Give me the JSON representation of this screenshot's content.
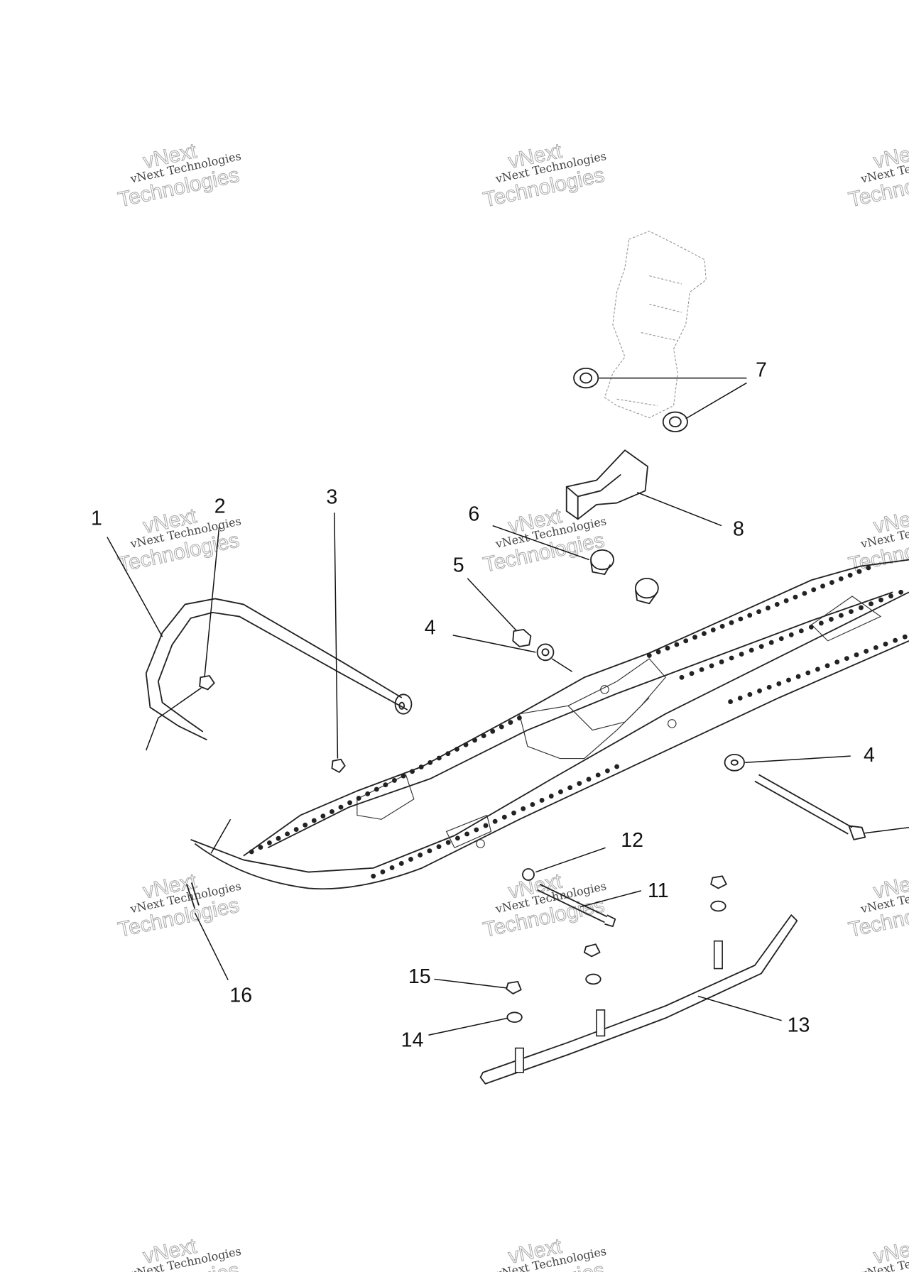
{
  "watermark": {
    "line1": "vNext",
    "line2": "vNext Technologies",
    "line3": "Technologies"
  },
  "callouts": [
    {
      "id": "1",
      "part": "ski-loop"
    },
    {
      "id": "2",
      "part": "nut"
    },
    {
      "id": "3",
      "part": "nut"
    },
    {
      "id": "4",
      "part": "washer"
    },
    {
      "id": "5",
      "part": "nut"
    },
    {
      "id": "6",
      "part": "bushing"
    },
    {
      "id": "7",
      "part": "bushing"
    },
    {
      "id": "8",
      "part": "spindle-bumper"
    },
    {
      "id": "4",
      "part": "washer"
    },
    {
      "id": "11",
      "part": "bolt"
    },
    {
      "id": "12",
      "part": "washer"
    },
    {
      "id": "13",
      "part": "skag"
    },
    {
      "id": "14",
      "part": "washer"
    },
    {
      "id": "15",
      "part": "nut"
    },
    {
      "id": "16",
      "part": "rivet"
    }
  ]
}
